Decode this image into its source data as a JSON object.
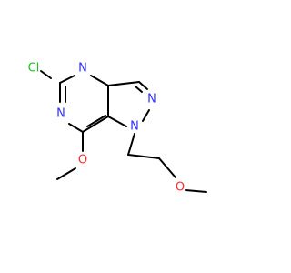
{
  "molecule": {
    "atoms": {
      "chlorine": {
        "label": "Cl",
        "color": "#1fbf1f"
      },
      "n_pyrimidine_top": {
        "label": "N",
        "color": "#3030ff"
      },
      "n_pyrimidine_bottom": {
        "label": "N",
        "color": "#3030ff"
      },
      "n_pyrazole_2": {
        "label": "N",
        "color": "#3030ff"
      },
      "n_pyrazole_1": {
        "label": "N",
        "color": "#3030ff"
      },
      "o_methoxy": {
        "label": "O",
        "color": "#ff2a2a"
      },
      "o_ether": {
        "label": "O",
        "color": "#ff2a2a"
      }
    }
  }
}
